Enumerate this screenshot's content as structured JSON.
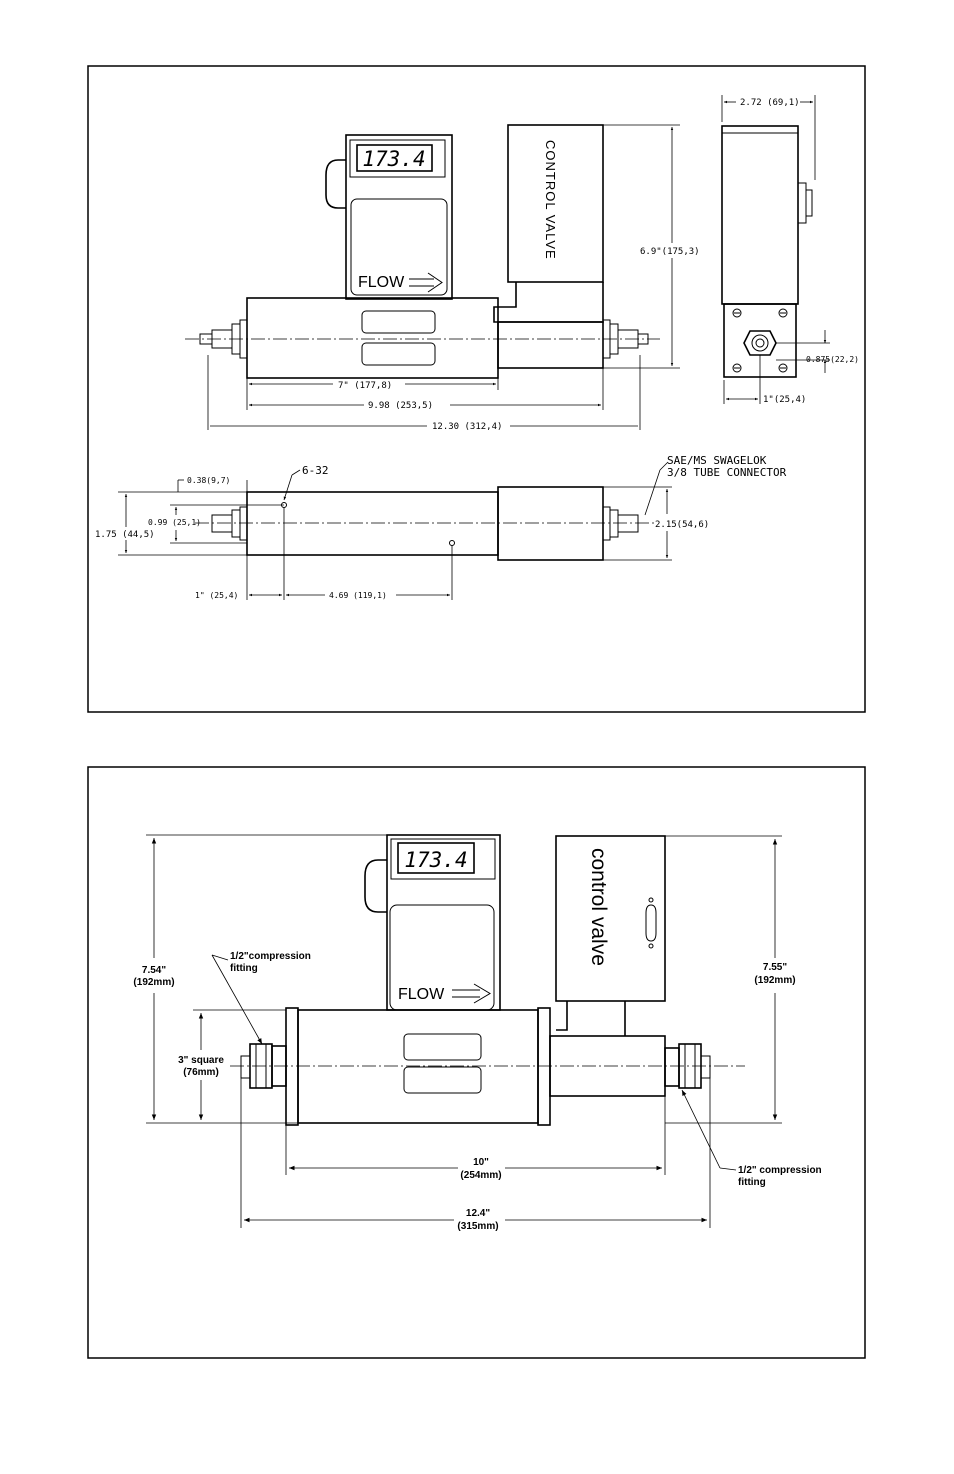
{
  "figure1": {
    "display_reading": "173.4",
    "flow_label": "FLOW",
    "valve_label": "CONTROL VALVE",
    "dim_width_top": "2.72 (69,1)",
    "dim_height": "6.9\"(175,3)",
    "dim_port": "0.875(22,2)",
    "dim_side_1in": "1\"(25,4)",
    "dim_7in": "7\" (177,8)",
    "dim_9_98": "9.98 (253,5)",
    "dim_12_30": "12.30 (312,4)",
    "dim_0_38": "0.38(9,7)",
    "thread_label": "6-32",
    "connector_line1": "SAE/MS SWAGELOK",
    "connector_line2": "3/8 TUBE CONNECTOR",
    "dim_1_75": "1.75 (44,5)",
    "dim_0_99": "0.99 (25,1)",
    "dim_2_15": "2.15(54,6)",
    "dim_bottom_1in": "1\" (25,4)",
    "dim_4_69": "4.69 (119,1)"
  },
  "figure2": {
    "display_reading": "173.4",
    "flow_label": "FLOW",
    "valve_label": "control valve",
    "fitting_left_line1": "1/2\"compression",
    "fitting_left_line2": "fitting",
    "fitting_right_line1": "1/2\" compression",
    "fitting_right_line2": "fitting",
    "dim_left_height_1": "7.54\"",
    "dim_left_height_2": "(192mm)",
    "dim_right_height_1": "7.55\"",
    "dim_right_height_2": "(192mm)",
    "dim_square_1": "3\" square",
    "dim_square_2": "(76mm)",
    "dim_10_1": "10\"",
    "dim_10_2": "(254mm)",
    "dim_12_4_1": "12.4\"",
    "dim_12_4_2": "(315mm)"
  }
}
